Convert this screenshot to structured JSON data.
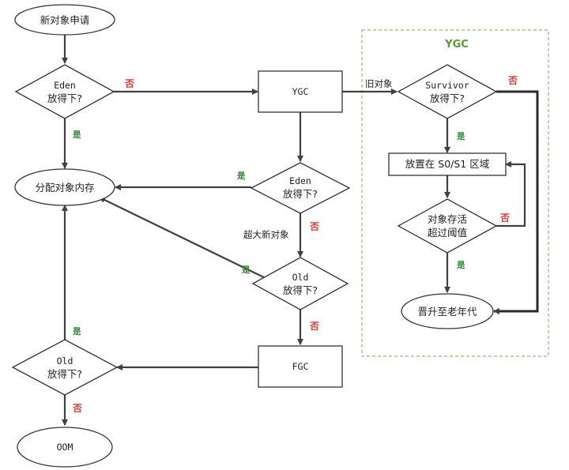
{
  "colors": {
    "no": "#e53935",
    "yes": "#2e8b2e",
    "group_border": "#8fc06a",
    "group_title": "#5a9a2e",
    "line": "#404040"
  },
  "group": {
    "title": "YGC"
  },
  "nodes": {
    "new_object": "新对象申请",
    "eden_fit_1": [
      "Eden",
      "放得下?"
    ],
    "allocate": "分配对象内存",
    "ygc_box": "YGC",
    "eden_fit_2": [
      "Eden",
      "放得下?"
    ],
    "old_fit_1": [
      "Old",
      "放得下?"
    ],
    "fgc_box": "FGC",
    "old_fit_2": [
      "Old",
      "放得下?"
    ],
    "oom": "OOM",
    "survivor_fit": [
      "Survivor",
      "放得下?"
    ],
    "place_s0s1": "放置在 S0/S1 区域",
    "survive_threshold": [
      "对象存活",
      "超过阈值"
    ],
    "promote_old": "晋升至老年代"
  },
  "edges": {
    "old_object": "旧对象",
    "large_object": "超大新对象",
    "no": "否",
    "yes": "是"
  }
}
